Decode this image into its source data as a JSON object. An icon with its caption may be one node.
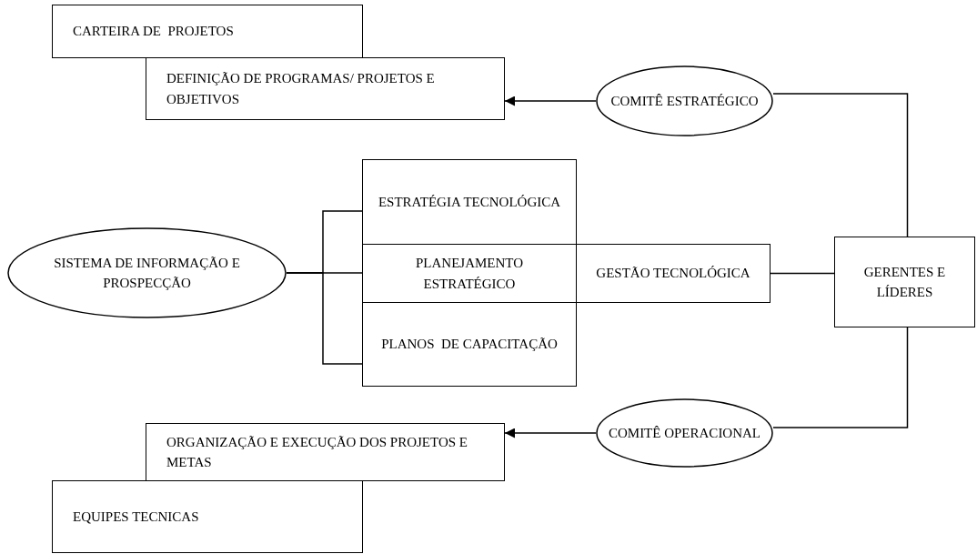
{
  "diagram": {
    "nodes": [
      {
        "text": [
          "CARTEIRA DE  PROJETOS"
        ]
      },
      {
        "text": [
          "DEFINIÇÃO DE PROGRAMAS/ PROJETOS E  OBJETIVOS"
        ]
      },
      {
        "text": [
          "COMITÊ ESTRATÉGICO"
        ]
      },
      {
        "text": [
          "ESTRATÉGIA TECNOLÓGICA"
        ]
      },
      {
        "text": [
          "SISTEMA DE INFORMAÇÃO E PROSPECÇÃO"
        ]
      },
      {
        "text": [
          "PLANEJAMENTO ESTRATÉGICO"
        ]
      },
      {
        "text": [
          "GESTÃO TECNOLÓGICA"
        ]
      },
      {
        "text": [
          "GERENTES E LÍDERES"
        ]
      },
      {
        "text": [
          "PLANOS  DE CAPACITAÇÃO"
        ]
      },
      {
        "text": [
          "COMITÊ OPERACIONAL"
        ]
      },
      {
        "text": [
          "ORGANIZAÇÃO E EXECUÇÃO DOS PROJETOS E  METAS"
        ]
      },
      {
        "text": [
          "EQUIPES TECNICAS"
        ]
      }
    ],
    "edges": [
      {
        "from": 2,
        "to": 1,
        "arrow": "to"
      },
      {
        "from": 7,
        "to": 2,
        "arrow": "none"
      },
      {
        "from": 4,
        "to": 3,
        "arrow": "none"
      },
      {
        "from": 4,
        "to": 5,
        "arrow": "none"
      },
      {
        "from": 4,
        "to": 8,
        "arrow": "none"
      },
      {
        "from": 6,
        "to": 7,
        "arrow": "none"
      },
      {
        "from": 7,
        "to": 9,
        "arrow": "none"
      },
      {
        "from": 9,
        "to": 10,
        "arrow": "to"
      }
    ]
  }
}
